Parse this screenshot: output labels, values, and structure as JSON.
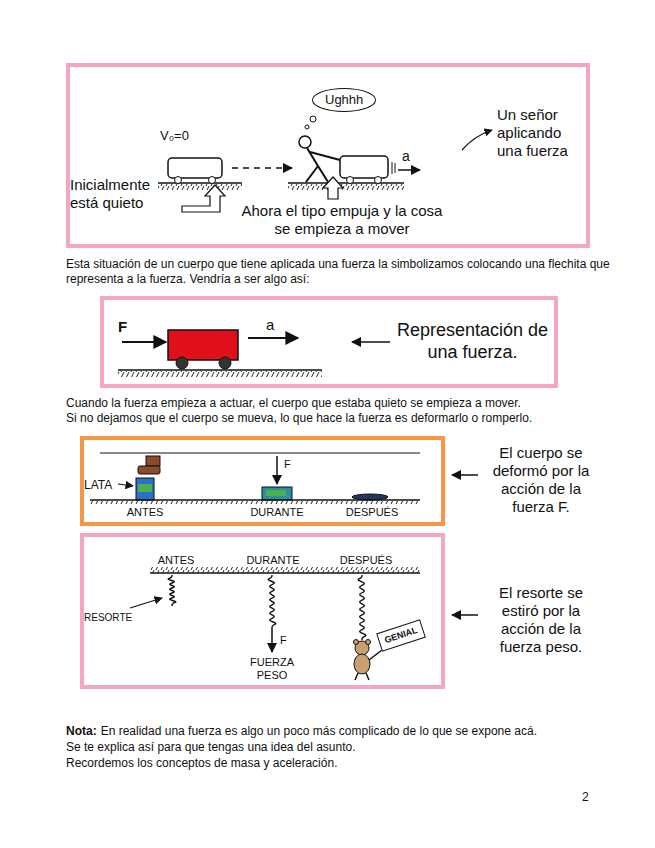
{
  "diagram": {
    "nodes": [
      {
        "text": [
          "V₀=0",
          "Un señor aplicando una fuerza",
          "a",
          "Inicialmente está quieto",
          "Ahora el tipo empuja y la cosa se empieza a mover"
        ]
      },
      {
        "text": [
          "Ughhh"
        ],
        "in": 0
      },
      {
        "text": [
          "F",
          "a",
          "Representación de una fuerza."
        ]
      },
      {
        "text": [
          "LATA",
          "F",
          "ANTES",
          "DURANTE",
          "DESPUÉS",
          "El cuerpo se deformó por la acción de la fuerza F."
        ]
      },
      {
        "text": [
          "ANTES",
          "DURANTE",
          "DESPUÉS",
          "RESORTE",
          "F",
          "FUERZA PESO",
          "El resorte se estiró por la acción de la fuerza peso."
        ]
      },
      {
        "text": [
          "GENIAL"
        ],
        "in": 4
      }
    ],
    "labels": [
      "Esta situación de un cuerpo que tiene aplicada una fuerza la simbolizamos colocando una flechita que representa a la fuerza. Vendría a ser algo así:",
      "Cuando la fuerza empieza a actuar, el cuerpo que estaba quieto se empieza a mover.",
      "Si no dejamos que el cuerpo se mueva, lo que hace la fuerza es deformarlo o romperlo.",
      "Nota:",
      "En realidad una fuerza es algo un poco más complicado de lo que se expone acá.",
      "Se te explica así para que tengas una idea del asunto.",
      "Recordemos los conceptos de masa y aceleración.",
      "2"
    ]
  }
}
